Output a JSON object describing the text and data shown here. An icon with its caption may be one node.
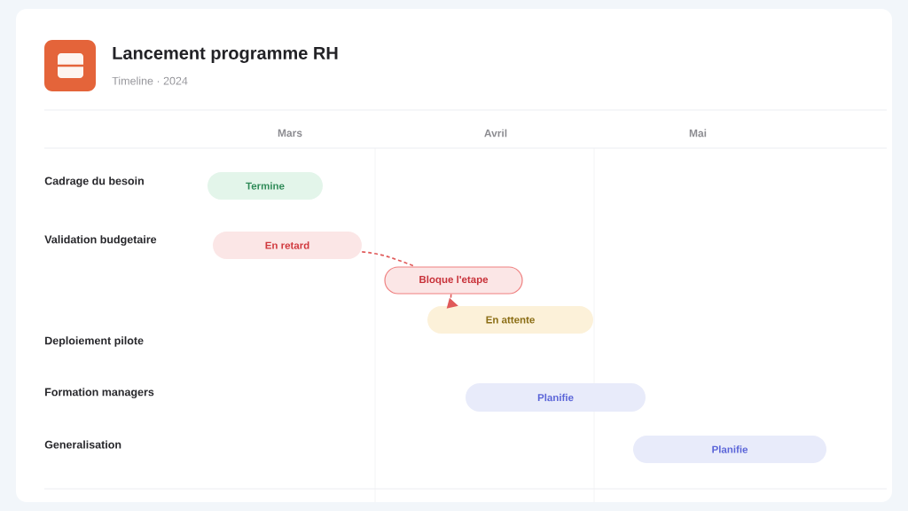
{
  "diagram": {
    "title": "Lancement programme RH",
    "nodes": [
      {
        "text": [
          "Termine"
        ]
      },
      {
        "text": [
          "En retard"
        ]
      },
      {
        "text": [
          "Bloque l'etape"
        ]
      },
      {
        "text": [
          "En attente"
        ]
      },
      {
        "text": [
          "Planifie"
        ]
      },
      {
        "text": [
          "Planifie"
        ]
      }
    ],
    "edges": [
      {
        "from": 1,
        "to": 2,
        "arrow": "none",
        "style": "dashed"
      },
      {
        "from": 2,
        "to": 3,
        "arrow": "to",
        "style": "dashed"
      }
    ],
    "labels": [
      "Timeline · 2024",
      "Mars",
      "Avril",
      "Mai",
      "Cadrage du besoin",
      "Validation budgetaire",
      "Deploiement pilote",
      "Formation managers",
      "Generalisation"
    ]
  }
}
